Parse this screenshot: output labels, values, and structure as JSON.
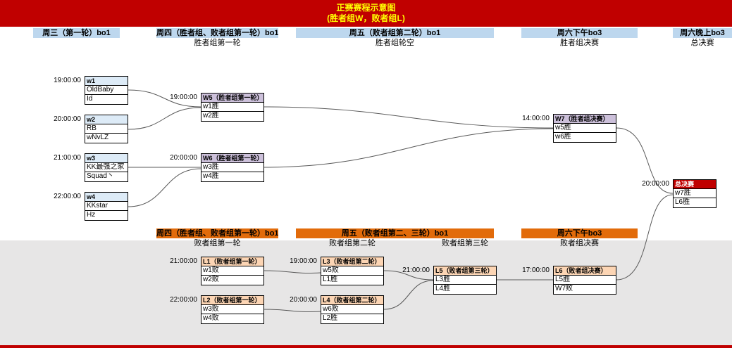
{
  "banner": {
    "title": "正赛赛程示意图",
    "subtitle": "(胜者组W，败者组L)"
  },
  "colors": {
    "banner_red": "#C00000",
    "banner_text": "#FFFF00",
    "header_blue": "#BDD7EE",
    "header_orange": "#E26B0A",
    "box_blue": "#DDEBF7",
    "box_purple": "#CCC0DA",
    "box_orange": "#FCD5B4",
    "final_red": "#C00000",
    "section_gray": "#E7E6E6"
  },
  "top_headers": [
    {
      "label": "周三（第一轮）bo1",
      "subtitle": ""
    },
    {
      "label": "周四（胜者组、败者组第一轮）bo1",
      "subtitle": "胜者组第一轮"
    },
    {
      "label": "周五（败者组第二轮）bo1",
      "subtitle": "胜者组轮空"
    },
    {
      "label": "周六下午bo3",
      "subtitle": "胜者组决赛"
    },
    {
      "label": "周六晚上bo3",
      "subtitle": "总决赛"
    }
  ],
  "bottom_headers": [
    {
      "label": "周四（胜者组、败者组第一轮）bo1",
      "subtitle": "败者组第一轮"
    },
    {
      "label": "周五（败者组第二、三轮）bo1",
      "subtitle_left": "败者组第二轮",
      "subtitle_right": "败者组第三轮"
    },
    {
      "label": "周六下午bo3",
      "subtitle": "败者组决赛"
    }
  ],
  "matches": {
    "w1": {
      "time": "19:00:00",
      "title": "w1",
      "slot1": "OldBaby",
      "slot2": "Id"
    },
    "w2": {
      "time": "20:00:00",
      "title": "w2",
      "slot1": "RB",
      "slot2": "wNvLZ"
    },
    "w3": {
      "time": "21:00:00",
      "title": "w3",
      "slot1": "KK最强之家",
      "slot2": "Squad丶"
    },
    "w4": {
      "time": "22:00:00",
      "title": "w4",
      "slot1": "KKstar",
      "slot2": "Hz"
    },
    "W5": {
      "time": "19:00:00",
      "title": "W5（胜者组第一轮）",
      "slot1": "w1胜",
      "slot2": "w2胜"
    },
    "W6": {
      "time": "20:00:00",
      "title": "W6（胜者组第一轮）",
      "slot1": "w3胜",
      "slot2": "w4胜"
    },
    "W7": {
      "time": "14:00:00",
      "title": "W7（胜者组决赛）",
      "slot1": "w5胜",
      "slot2": "w6胜"
    },
    "L1": {
      "time": "21:00:00",
      "title": "L1（败者组第一轮）",
      "slot1": "w1败",
      "slot2": "w2败"
    },
    "L2": {
      "time": "22:00:00",
      "title": "L2（败者组第一轮）",
      "slot1": "w3败",
      "slot2": "w4败"
    },
    "L3": {
      "time": "19:00:00",
      "title": "L3（败者组第二轮）",
      "slot1": "w5败",
      "slot2": "L1胜"
    },
    "L4": {
      "time": "20:00:00",
      "title": "L4（败者组第二轮）",
      "slot1": "w6败",
      "slot2": "L2胜"
    },
    "L5": {
      "time": "21:00:00",
      "title": "L5（败者组第三轮）",
      "slot1": "L3胜",
      "slot2": "L4胜"
    },
    "L6": {
      "time": "17:00:00",
      "title": "L6（败者组决赛）",
      "slot1": "L5胜",
      "slot2": "W7败"
    },
    "final": {
      "time": "20:00:00",
      "title": "总决赛",
      "slot1": "w7胜",
      "slot2": "L6胜"
    }
  }
}
